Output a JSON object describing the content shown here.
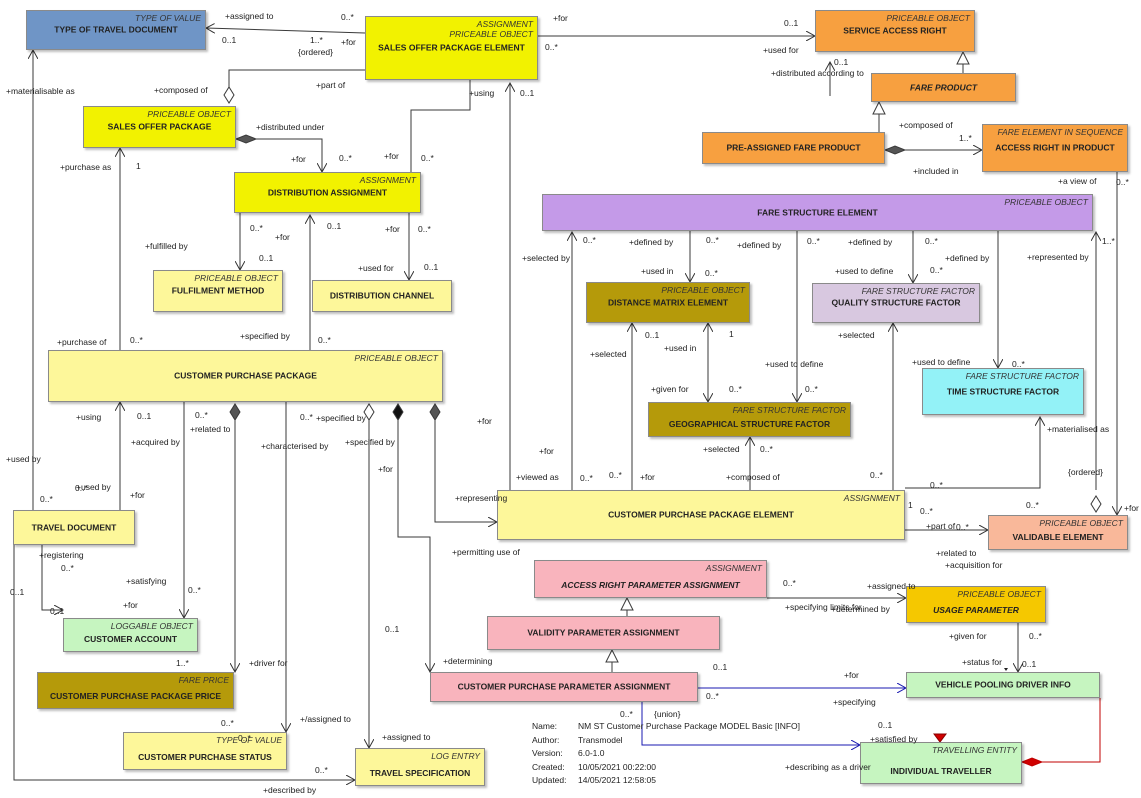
{
  "boxes": {
    "type_of_travel_document": {
      "stereotype": "TYPE OF VALUE",
      "name": "TYPE OF TRAVEL DOCUMENT"
    },
    "sales_offer_package_element": {
      "stereotype": "ASSIGNMENT\nPRICEABLE OBJECT",
      "name": "SALES OFFER PACKAGE ELEMENT"
    },
    "service_access_right": {
      "stereotype": "PRICEABLE OBJECT",
      "name": "SERVICE ACCESS RIGHT"
    },
    "fare_product": {
      "stereotype": "",
      "name": "FARE PRODUCT"
    },
    "sales_offer_package": {
      "stereotype": "PRICEABLE OBJECT",
      "name": "SALES OFFER PACKAGE"
    },
    "pre_assigned_fare_product": {
      "stereotype": "",
      "name": "PRE-ASSIGNED FARE PRODUCT"
    },
    "access_right_in_product": {
      "stereotype": "FARE ELEMENT IN SEQUENCE",
      "name": "ACCESS RIGHT IN PRODUCT"
    },
    "distribution_assignment": {
      "stereotype": "ASSIGNMENT",
      "name": "DISTRIBUTION ASSIGNMENT"
    },
    "fare_structure_element": {
      "stereotype": "PRICEABLE OBJECT",
      "name": "FARE STRUCTURE ELEMENT"
    },
    "fulfilment_method": {
      "stereotype": "PRICEABLE OBJECT",
      "name": "FULFILMENT METHOD"
    },
    "distribution_channel": {
      "stereotype": "",
      "name": "DISTRIBUTION CHANNEL"
    },
    "distance_matrix_element": {
      "stereotype": "PRICEABLE OBJECT",
      "name": "DISTANCE MATRIX ELEMENT"
    },
    "quality_structure_factor": {
      "stereotype": "FARE STRUCTURE FACTOR",
      "name": "QUALITY STRUCTURE FACTOR"
    },
    "customer_purchase_package": {
      "stereotype": "PRICEABLE OBJECT",
      "name": "CUSTOMER PURCHASE PACKAGE"
    },
    "time_structure_factor": {
      "stereotype": "FARE STRUCTURE FACTOR",
      "name": "TIME STRUCTURE FACTOR"
    },
    "geographical_structure_factor": {
      "stereotype": "FARE STRUCTURE FACTOR",
      "name": "GEOGRAPHICAL STRUCTURE FACTOR"
    },
    "travel_document": {
      "stereotype": "",
      "name": "TRAVEL DOCUMENT"
    },
    "customer_purchase_package_element": {
      "stereotype": "ASSIGNMENT",
      "name": "CUSTOMER PURCHASE PACKAGE ELEMENT"
    },
    "validable_element": {
      "stereotype": "PRICEABLE OBJECT",
      "name": "VALIDABLE ELEMENT"
    },
    "access_right_parameter_assignment": {
      "stereotype": "ASSIGNMENT",
      "name": "ACCESS RIGHT PARAMETER ASSIGNMENT"
    },
    "usage_parameter": {
      "stereotype": "PRICEABLE OBJECT",
      "name": "USAGE PARAMETER"
    },
    "validity_parameter_assignment": {
      "stereotype": "",
      "name": "VALIDITY PARAMETER ASSIGNMENT"
    },
    "customer_account": {
      "stereotype": "LOGGABLE OBJECT",
      "name": "CUSTOMER ACCOUNT"
    },
    "customer_purchase_package_price": {
      "stereotype": "FARE PRICE",
      "name": "CUSTOMER PURCHASE PACKAGE PRICE"
    },
    "customer_purchase_parameter_assignment": {
      "stereotype": "",
      "name": "CUSTOMER PURCHASE PARAMETER ASSIGNMENT"
    },
    "vehicle_pooling_driver_info": {
      "stereotype": "",
      "name": "VEHICLE POOLING DRIVER INFO"
    },
    "customer_purchase_status": {
      "stereotype": "TYPE OF VALUE",
      "name": "CUSTOMER PURCHASE STATUS"
    },
    "travel_specification": {
      "stereotype": "LOG ENTRY",
      "name": "TRAVEL SPECIFICATION"
    },
    "individual_traveller": {
      "stereotype": "TRAVELLING ENTITY",
      "name": "INDIVIDUAL TRAVELLER"
    }
  },
  "labels": [
    "+assigned to",
    "0..*",
    "0..1",
    "1..*",
    "+for",
    "{ordered}",
    "+for",
    "0..1",
    "0..*",
    "+used for",
    "0..1",
    "+distributed according to",
    "+materialisable as",
    "+composed of",
    "+part of",
    "0..1",
    "+using",
    "+distributed under",
    "+for",
    "0..*",
    "+for",
    "0..*",
    "+composed of",
    "1..*",
    "+included in",
    "0..*",
    "+a view of",
    "+purchase as",
    "1",
    "+fulfilled by",
    "0..*",
    "+for",
    "0..1",
    "+for",
    "0..*",
    "0..1",
    "+used for",
    "0..1",
    "0..*",
    "+defined by",
    "0..*",
    "+defined by",
    "0..*",
    "+defined by",
    "0..*",
    "+selected by",
    "1..*",
    "+represented by",
    "+used in",
    "0..*",
    "+used to define",
    "0..*",
    "+defined by",
    "+purchase of",
    "0..*",
    "+specified by",
    "0..*",
    "0..1",
    "1",
    "+selected",
    "+used in",
    "+selected",
    "+used to define",
    "+used to define",
    "0..*",
    "+given for",
    "0..*",
    "0..*",
    "+using",
    "0..1",
    "0..*",
    "+related to",
    "0..*",
    "+specified by",
    "+acquired by",
    "+characterised by",
    "+specified by",
    "+used by",
    "+for",
    "+selected",
    "0..*",
    "+materialised as",
    "+used by",
    "0..*",
    "+for",
    "0..*",
    "+for",
    "0..*",
    "+for",
    "+composed of",
    "0..*",
    "+for",
    "+viewed as",
    "0..*",
    "{ordered}",
    "0..*",
    "+representing",
    "1",
    "0..*",
    "+for",
    "0..*",
    "+part of",
    "0..*",
    "+permitting use of",
    "+related to",
    "+acquisition for",
    "0..*",
    "+satisfying",
    "+registering",
    "0..1",
    "0..1",
    "+for",
    "0..*",
    "0..*",
    "+assigned to",
    "+specifying limits for",
    "+determined by",
    "0..1",
    "+given for",
    "0..*",
    "1..*",
    "+driver for",
    "+determining",
    "0..1",
    "+status for",
    "0..1",
    "0..*",
    "+/assigned to",
    "0..*",
    "+for",
    "+specifying",
    "0..*",
    "0..*",
    "{union}",
    "+assigned to",
    "0..1",
    "+satisfied by",
    "+describing as a driver",
    "0..*",
    "+described by"
  ],
  "meta": {
    "name_key": "Name:",
    "name": "NM ST Customer Purchase Package MODEL Basic [INFO]",
    "author_key": "Author:",
    "author": "Transmodel",
    "version_key": "Version:",
    "version": "6.0-1.0",
    "created_key": "Created:",
    "created": "10/05/2021 00:22:00",
    "updated_key": "Updated:",
    "updated": "14/05/2021 12:58:05"
  },
  "colors": {
    "type_of_value": "#6f95c6",
    "priceable_yellow": "#f2f200",
    "light_yellow": "#fdf79a",
    "orange": "#f7a040",
    "olive": "#b59a0a",
    "lilac": "#d8c8e0",
    "purple": "#c49ae8",
    "cyan": "#93f2f7",
    "pink": "#f9b4bd",
    "salmon": "#f9b89a",
    "green": "#c6f5c0",
    "gold": "#f5c800"
  }
}
